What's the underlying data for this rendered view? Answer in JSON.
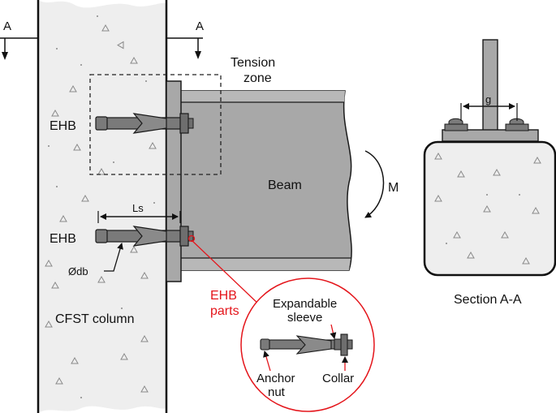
{
  "labels": {
    "section_left": "A",
    "section_right": "A",
    "tension_zone_line1": "Tension",
    "tension_zone_line2": "zone",
    "ehb_top": "EHB",
    "ehb_bottom": "EHB",
    "ls": "Ls",
    "odb": "Ødb",
    "beam": "Beam",
    "moment": "M",
    "cfst_column": "CFST column",
    "ehb_parts_line1": "EHB",
    "ehb_parts_line2": "parts",
    "expandable_line1": "Expandable",
    "expandable_line2": "sleeve",
    "anchor_line1": "Anchor",
    "anchor_line2": "nut",
    "collar": "Collar",
    "gauge": "g",
    "section_title": "Section A-A"
  },
  "colors": {
    "concrete": "#eeeeee",
    "steel": "#a8a8a8",
    "bolt": "#7a7a7a",
    "accent_red": "#e4151b",
    "outline": "#1a1a1a"
  }
}
